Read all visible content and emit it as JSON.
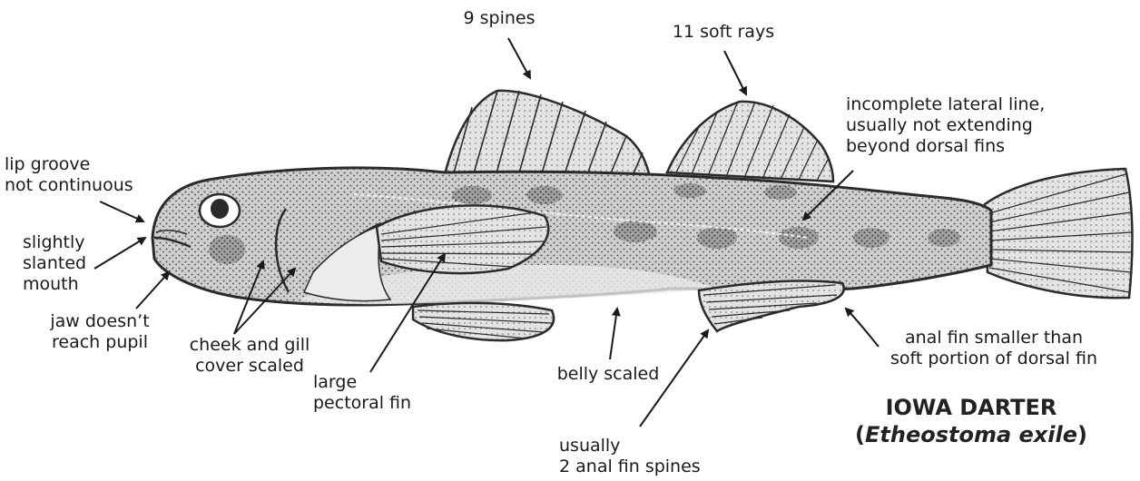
{
  "title": {
    "common_name": "IOWA DARTER",
    "paren_open": "(",
    "scientific_name": "Etheostoma exile",
    "paren_close": ")"
  },
  "labels": {
    "spines": [
      "9 spines"
    ],
    "soft_rays": [
      "11 soft rays"
    ],
    "lateral_line": [
      "incomplete lateral line,",
      "usually not extending",
      "beyond dorsal fins"
    ],
    "lip_groove": [
      "lip groove",
      "not continuous"
    ],
    "mouth": [
      "slightly",
      "slanted",
      "mouth"
    ],
    "jaw": [
      "jaw doesn’t",
      "reach pupil"
    ],
    "cheek": [
      "cheek and gill",
      "cover scaled"
    ],
    "pectoral": [
      "large",
      "pectoral fin"
    ],
    "belly": [
      "belly scaled"
    ],
    "anal_spines": [
      "usually",
      "2 anal fin spines"
    ],
    "anal_fin": [
      "anal fin smaller than",
      "soft portion of dorsal fin"
    ]
  },
  "colors": {
    "ink": "#1a1a1a",
    "fish_outline": "#2b2b2b",
    "fish_fill": "#c9c9c9",
    "speckle": "#555555",
    "fin_fill": "#dcdcdc"
  }
}
